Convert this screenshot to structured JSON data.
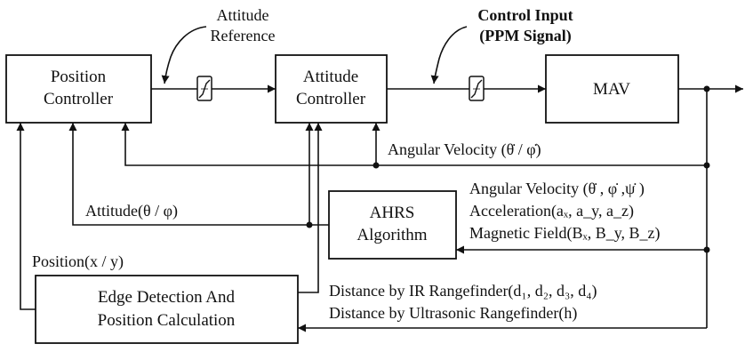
{
  "blocks": {
    "position_controller": [
      "Position",
      "Controller"
    ],
    "attitude_controller": [
      "Attitude",
      "Controller"
    ],
    "mav": "MAV",
    "ahrs": [
      "AHRS",
      "Algorithm"
    ],
    "edge_detection": [
      "Edge Detection And",
      "Position Calculation"
    ]
  },
  "labels": {
    "attitude_reference": [
      "Attitude",
      "Reference"
    ],
    "control_input": [
      "Control Input",
      "(PPM Signal)"
    ],
    "angular_velocity_feedback": "Angular Velocity (θ̇ / φ̇)",
    "angular_velocity_imu": "Angular Velocity (θ̇ , φ̇ ,ψ̇ )",
    "acceleration": "Acceleration(aₓ, a_y, a_z)",
    "magnetic_field": "Magnetic Field(Bₓ, B_y, B_z)",
    "attitude_feedback": "Attitude(θ / φ)",
    "position_feedback": "Position(x / y)",
    "ir_rangefinder": "Distance by IR Rangefinder(d₁, d₂, d₃, d₄)",
    "ultrasonic_rangefinder": "Distance by Ultrasonic Rangefinder(h)"
  }
}
